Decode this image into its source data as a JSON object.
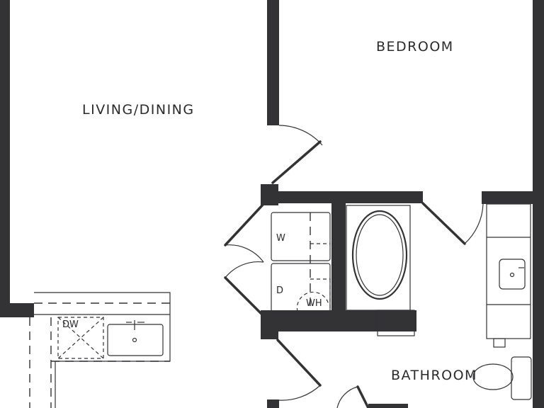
{
  "rooms": {
    "living_dining": "LIVING/DINING",
    "bedroom": "BEDROOM",
    "bathroom": "BATHROOM"
  },
  "fixtures": {
    "washer": "W",
    "dryer": "D",
    "water_heater": "WH",
    "dishwasher": "DW"
  },
  "colors": {
    "wall": "#333336",
    "background": "#ffffff"
  }
}
